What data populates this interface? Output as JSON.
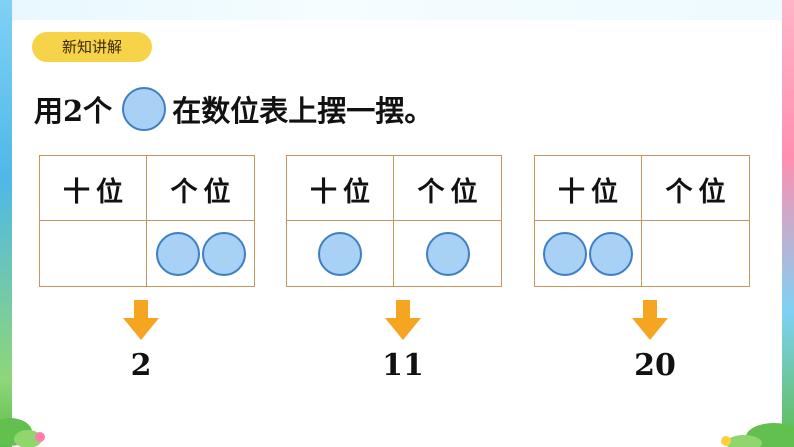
{
  "badge": {
    "label": "新知讲解"
  },
  "prompt": {
    "before": "用2个",
    "after": "在数位表上摆一摆。"
  },
  "colors": {
    "chip_fill": "#a9d0f5",
    "chip_stroke": "#3d7fc4",
    "arrow": "#f5a51f",
    "badge": "#f7d34a",
    "grid": "#c9955a"
  },
  "boards": [
    {
      "tens_header": "十位",
      "ones_header": "个位",
      "tens_count": 0,
      "ones_count": 2,
      "result": "2"
    },
    {
      "tens_header": "十位",
      "ones_header": "个位",
      "tens_count": 1,
      "ones_count": 1,
      "result": "11"
    },
    {
      "tens_header": "十位",
      "ones_header": "个位",
      "tens_count": 2,
      "ones_count": 0,
      "result": "20"
    }
  ]
}
